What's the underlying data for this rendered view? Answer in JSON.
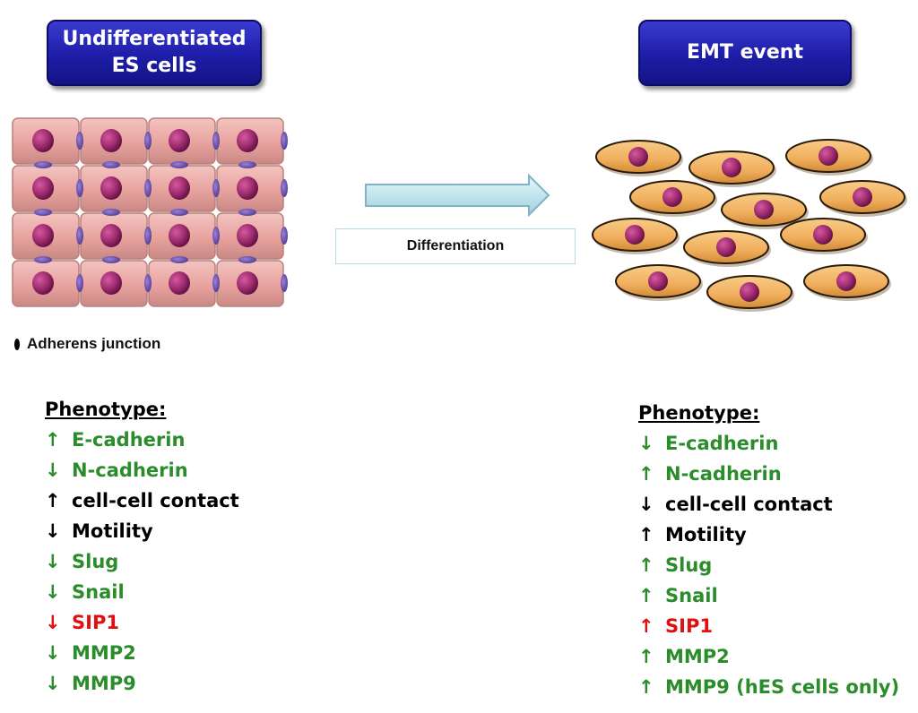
{
  "titles": {
    "left_line1": "Undifferentiated",
    "left_line2": "ES cells",
    "right": "EMT event"
  },
  "arrow_label": "Differentiation",
  "legend": {
    "label": "Adherens junction"
  },
  "colors": {
    "title_box": "#1d1da8",
    "epithelial_cell": "#e8a4a0",
    "nucleus": "#9c2a6c",
    "junction": "#6a4aa8",
    "mesenchymal_cell": "#f0b060",
    "arrow": "#bfe6ee",
    "green_text": "#2a8c2a",
    "red_text": "#e01010"
  },
  "phenotype_left": {
    "heading": "Phenotype:",
    "items": [
      {
        "arrow": "↑",
        "text": "E-cadherin",
        "color": "green"
      },
      {
        "arrow": "↓",
        "text": "N-cadherin",
        "color": "green"
      },
      {
        "arrow": "↑",
        "text": "cell-cell contact",
        "color": "black"
      },
      {
        "arrow": "↓",
        "text": "Motility",
        "color": "black"
      },
      {
        "arrow": "↓",
        "text": "Slug",
        "color": "green"
      },
      {
        "arrow": "↓",
        "text": "Snail",
        "color": "green"
      },
      {
        "arrow": "↓",
        "text": "SIP1",
        "color": "red"
      },
      {
        "arrow": "↓",
        "text": "MMP2",
        "color": "green"
      },
      {
        "arrow": "↓",
        "text": "MMP9",
        "color": "green"
      }
    ]
  },
  "phenotype_right": {
    "heading": "Phenotype:",
    "items": [
      {
        "arrow": "↓",
        "text": "E-cadherin",
        "color": "green"
      },
      {
        "arrow": "↑",
        "text": "N-cadherin",
        "color": "green"
      },
      {
        "arrow": "↓",
        "text": "cell-cell contact",
        "color": "black"
      },
      {
        "arrow": "↑",
        "text": "Motility",
        "color": "black"
      },
      {
        "arrow": "↑",
        "text": "Slug",
        "color": "green"
      },
      {
        "arrow": "↑",
        "text": "Snail",
        "color": "green"
      },
      {
        "arrow": "↑",
        "text": "SIP1",
        "color": "red"
      },
      {
        "arrow": "↑",
        "text": "MMP2",
        "color": "green"
      },
      {
        "arrow": "↑",
        "text": "MMP9 (hES cells only)",
        "color": "green"
      }
    ]
  }
}
